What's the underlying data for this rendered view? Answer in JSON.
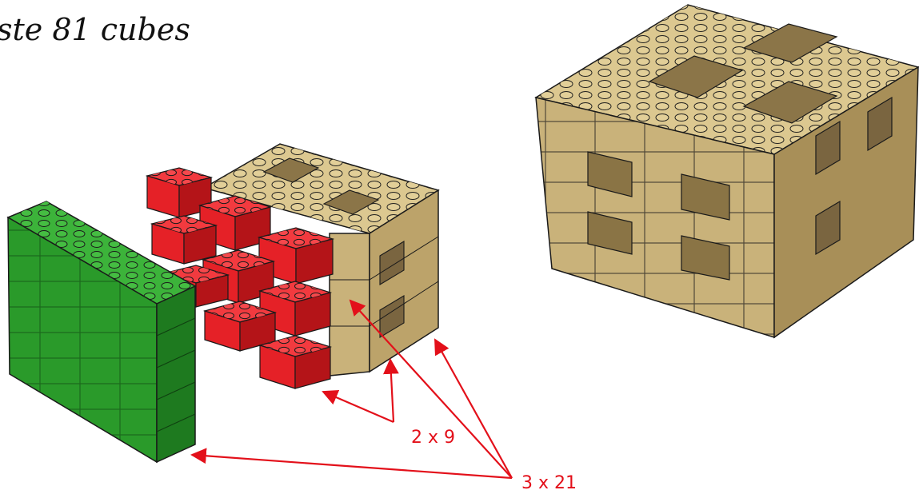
{
  "heading": "ste 81 cubes",
  "labels": {
    "count_a": "2 x 9",
    "count_b": "3 x 21"
  },
  "colors": {
    "tan": "#cdb67f",
    "tan_top": "#dcc890",
    "tan_side": "#b39a61",
    "red": "#e52127",
    "red_top": "#f23a3f",
    "red_side": "#b41418",
    "green": "#2a9a2a",
    "green_top": "#3cb33a",
    "green_side": "#1e7a1f",
    "arrow": "#e3101a",
    "outline": "#1a1a1a"
  }
}
